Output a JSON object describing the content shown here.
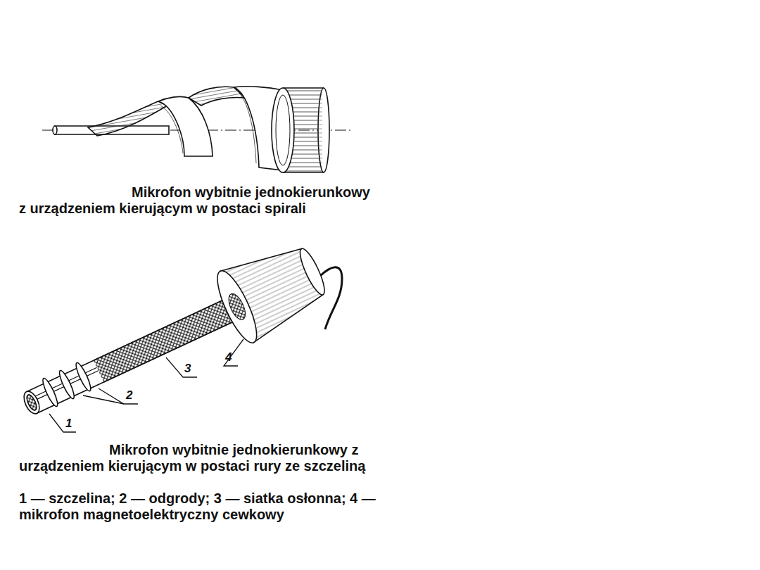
{
  "diagram": {
    "labels": [
      "Mikrofon wybitnie jednokierunkowy z urządzeniem kierującym w postaci spirali",
      "4",
      "3",
      "2",
      "1",
      "Mikrofon wybitnie jednokierunkowy z urządzeniem kierującym w postaci rury ze szczeliną",
      "1 — szczelina; 2 — odgrody; 3 — siatka osłonna; 4 — mikrofon magnetoelektryczny cewkowy"
    ]
  }
}
